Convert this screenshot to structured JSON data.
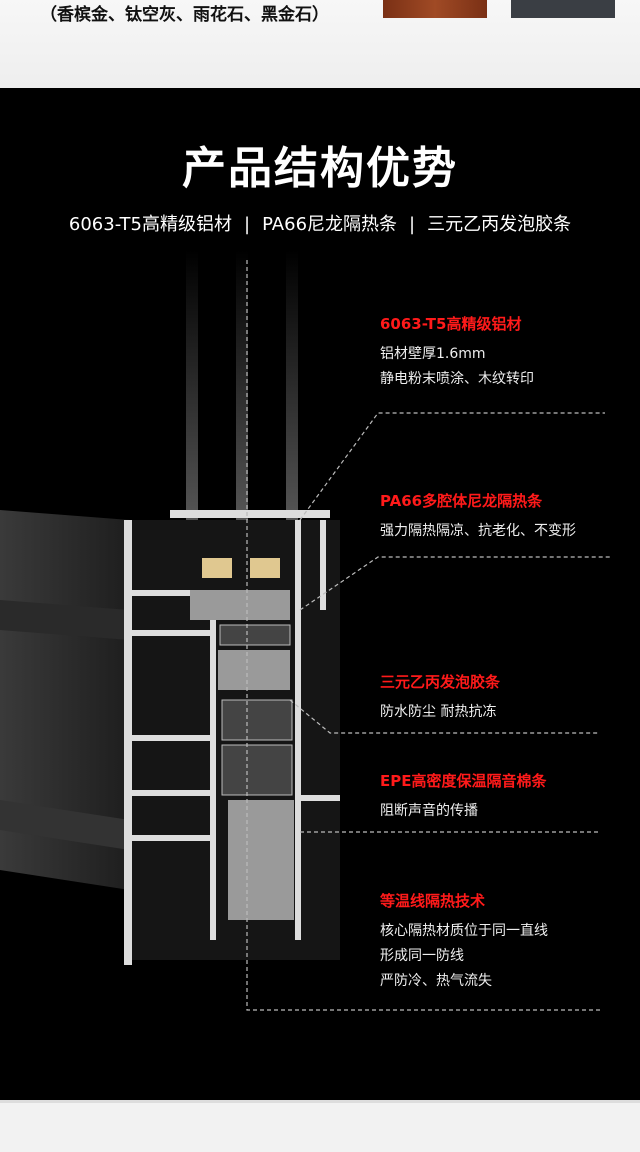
{
  "top": {
    "colors_label": "（香槟金、钛空灰、雨花石、黑金石）",
    "swatches": [
      "#8a3a1c",
      "#3a3e44"
    ]
  },
  "section": {
    "title": "产品结构优势",
    "subtitle": [
      "6063-T5高精级铝材",
      "PA66尼龙隔热条",
      "三元乙丙发泡胶条"
    ],
    "separator": "|"
  },
  "features": [
    {
      "title": "6063-T5高精级铝材",
      "lines": [
        "铝材壁厚1.6mm",
        "静电粉末喷涂、木纹转印"
      ]
    },
    {
      "title": "PA66多腔体尼龙隔热条",
      "lines": [
        "强力隔热隔凉、抗老化、不变形"
      ]
    },
    {
      "title": "三元乙丙发泡胶条",
      "lines": [
        "防水防尘 耐热抗冻"
      ]
    },
    {
      "title": "EPE高密度保温隔音棉条",
      "lines": [
        "阻断声音的传播"
      ]
    },
    {
      "title": "等温线隔热技术",
      "lines": [
        "核心隔热材质位于同一直线",
        "形成同一防线",
        "严防冷、热气流失"
      ]
    }
  ]
}
